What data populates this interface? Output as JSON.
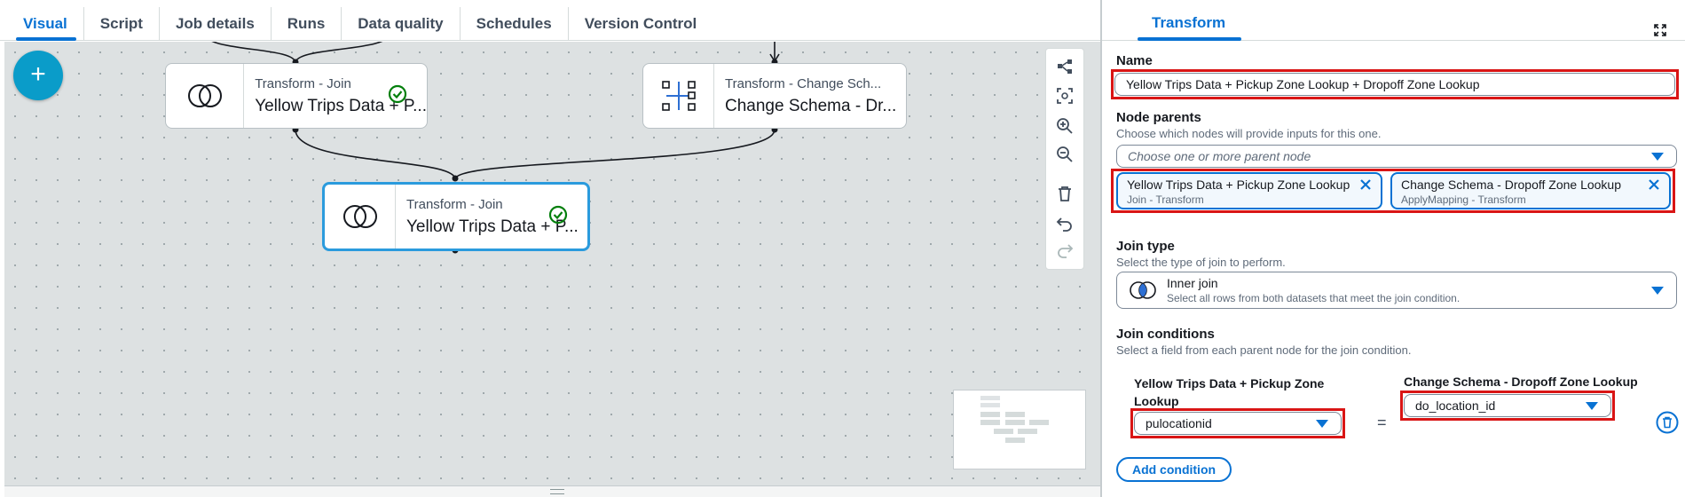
{
  "tabs": [
    {
      "label": "Visual",
      "active": true
    },
    {
      "label": "Script"
    },
    {
      "label": "Job details"
    },
    {
      "label": "Runs"
    },
    {
      "label": "Data quality"
    },
    {
      "label": "Schedules"
    },
    {
      "label": "Version Control"
    }
  ],
  "canvas": {
    "add_button": "+",
    "nodes": [
      {
        "type": "Transform - Join",
        "title": "Yellow Trips Data + P...",
        "icon": "join-icon",
        "status": "success-check-icon"
      },
      {
        "type": "Transform - Change Sch...",
        "title": "Change Schema - Dr...",
        "icon": "change-schema-icon"
      },
      {
        "type": "Transform - Join",
        "title": "Yellow Trips Data + P...",
        "icon": "join-icon",
        "status": "success-check-icon",
        "selected": true
      }
    ],
    "toolbar_icons": [
      "layout-icon",
      "fit-view-icon",
      "zoom-in-icon",
      "zoom-out-icon",
      "delete-icon",
      "undo-icon",
      "redo-icon"
    ]
  },
  "panel": {
    "tab": "Transform",
    "name": {
      "label": "Name",
      "value": "Yellow Trips Data + Pickup Zone Lookup + Dropoff Zone Lookup"
    },
    "node_parents": {
      "label": "Node parents",
      "description": "Choose which nodes will provide inputs for this one.",
      "placeholder": "Choose one or more parent node",
      "tokens": [
        {
          "title": "Yellow Trips Data + Pickup Zone Lookup",
          "subtitle": "Join - Transform"
        },
        {
          "title": "Change Schema - Dropoff Zone Lookup",
          "subtitle": "ApplyMapping - Transform"
        }
      ]
    },
    "join_type": {
      "label": "Join type",
      "description": "Select the type of join to perform.",
      "value": "Inner join",
      "value_description": "Select all rows from both datasets that meet the join condition."
    },
    "join_conditions": {
      "label": "Join conditions",
      "description": "Select a field from each parent node for the join condition.",
      "left_label": "Yellow Trips Data + Pickup Zone Lookup",
      "left_value": "pulocationid",
      "equals": "=",
      "right_label": "Change Schema - Dropoff Zone Lookup",
      "right_value": "do_location_id",
      "add_button": "Add condition"
    }
  },
  "colors": {
    "accent": "#0972d3",
    "highlight": "#d91515",
    "success": "#037f0c",
    "canvas": "#dde1e2"
  }
}
